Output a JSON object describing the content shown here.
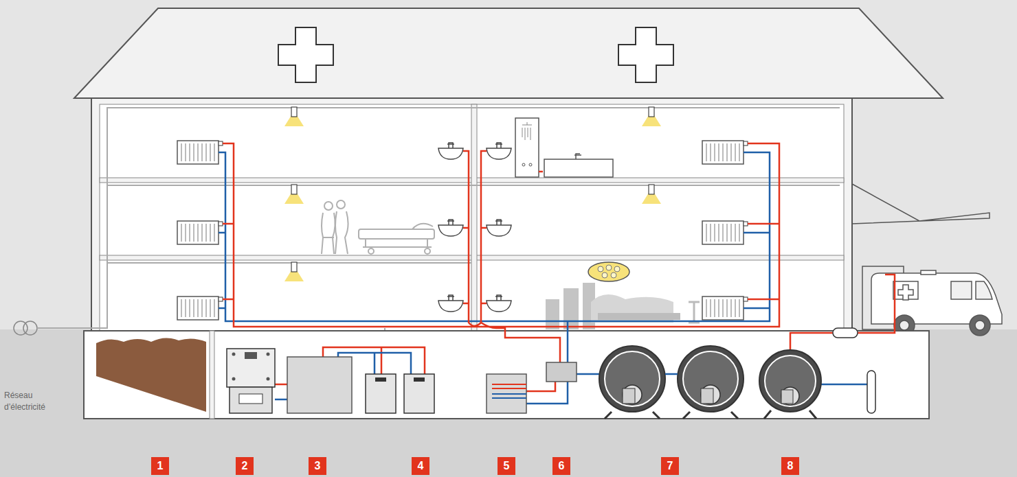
{
  "diagram": {
    "nodes": [
      {
        "text": [
          "1"
        ]
      },
      {
        "text": [
          "2"
        ]
      },
      {
        "text": [
          "3"
        ]
      },
      {
        "text": [
          "4"
        ]
      },
      {
        "text": [
          "5"
        ]
      },
      {
        "text": [
          "6"
        ]
      },
      {
        "text": [
          "7"
        ]
      },
      {
        "text": [
          "8"
        ]
      }
    ],
    "labels": [
      "Réseau d’électricité"
    ]
  }
}
